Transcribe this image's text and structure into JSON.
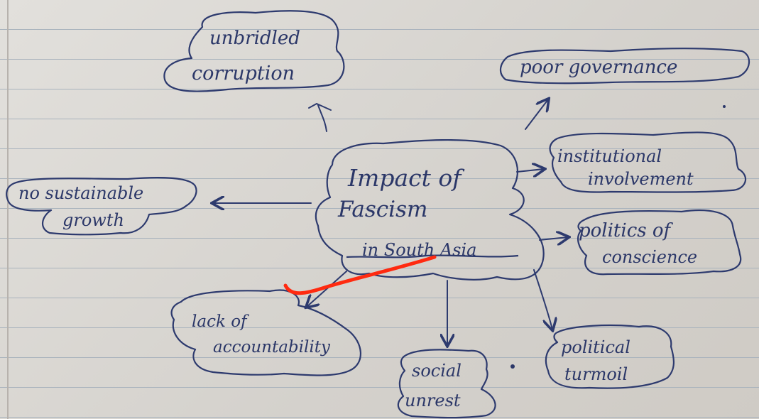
{
  "center": {
    "line1": "Impact of",
    "line2": "Fascism",
    "line3": "in South Asia"
  },
  "nodes": {
    "unbridled_corruption": {
      "line1": "unbridled",
      "line2": "corruption"
    },
    "poor_governance": {
      "line1": "poor governance"
    },
    "institutional_involvement": {
      "line1": "institutional",
      "line2": "involvement"
    },
    "politics_of_conscience": {
      "line1": "politics of",
      "line2": "conscience"
    },
    "political_turmoil": {
      "line1": "political",
      "line2": "turmoil"
    },
    "social_unrest": {
      "line1": "social",
      "line2": "unrest"
    },
    "lack_of_accountability": {
      "line1": "lack of",
      "line2": "accountability"
    },
    "no_sustainable_growth": {
      "line1": "no sustainable",
      "line2": "growth"
    }
  },
  "colors": {
    "ink": "#2b3768",
    "highlight": "#ff2a10",
    "rule_lines": "#a9b3bd"
  }
}
